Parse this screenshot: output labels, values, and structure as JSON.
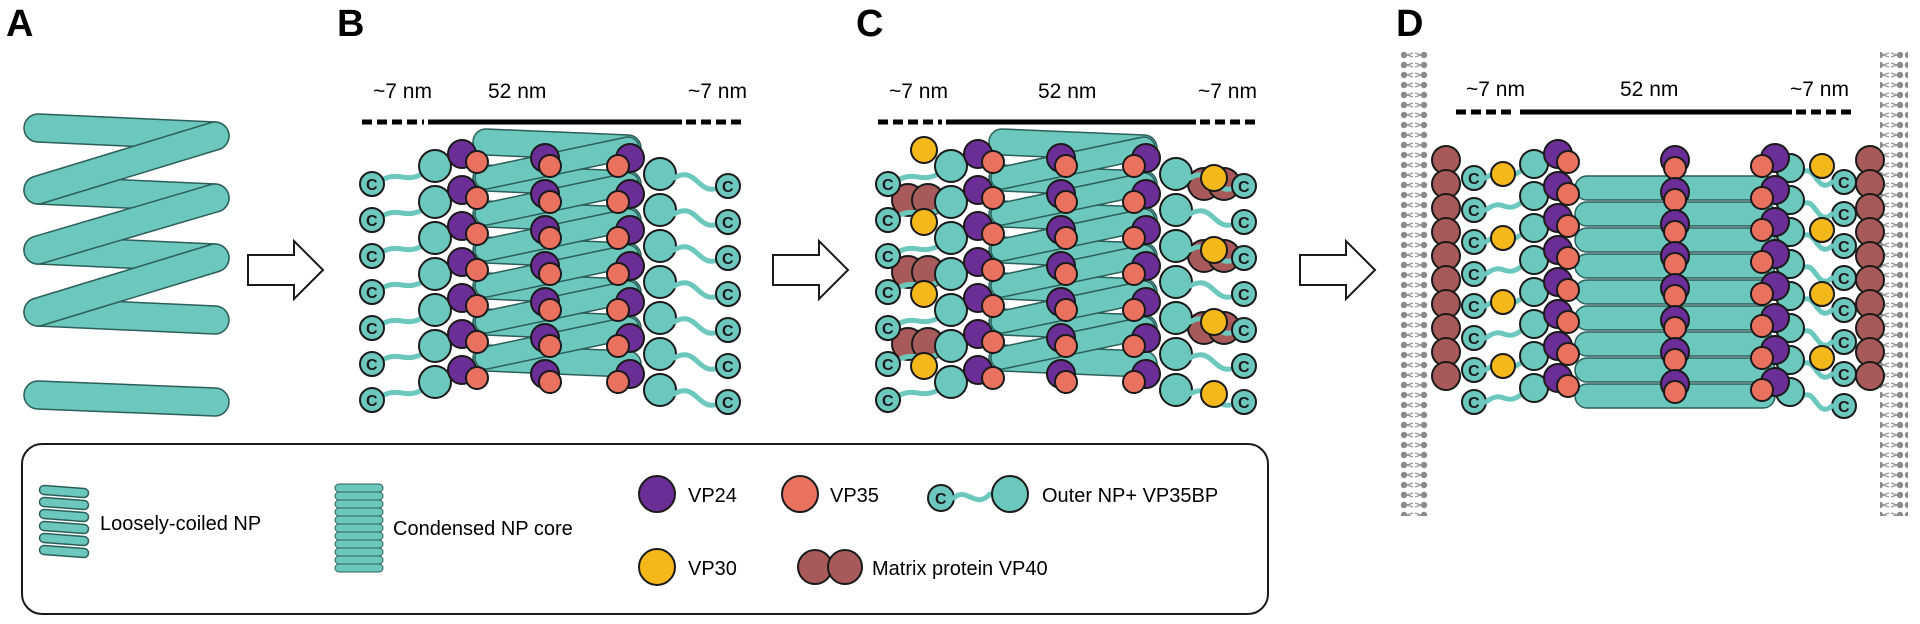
{
  "panels": [
    {
      "letter": "A"
    },
    {
      "letter": "B"
    },
    {
      "letter": "C"
    },
    {
      "letter": "D"
    }
  ],
  "dimensions": {
    "end": "~7 nm",
    "core": "52 nm"
  },
  "c_terminus_label": "C",
  "legend": {
    "loose_np": "Loosely-coiled NP",
    "condensed_np": "Condensed NP core",
    "vp24": "VP24",
    "vp35": "VP35",
    "outer_np": "Outer NP+ VP35BP",
    "vp30": "VP30",
    "vp40": "Matrix protein VP40"
  },
  "colors": {
    "np_teal": "#6cc8bd",
    "vp24_purple": "#6b2d96",
    "vp35_salmon": "#e8725f",
    "vp30_yellow": "#f4b81a",
    "vp40_brown": "#a85a5a",
    "membrane_grey": "#9a9a9a",
    "outline": "#1a1a1a"
  }
}
